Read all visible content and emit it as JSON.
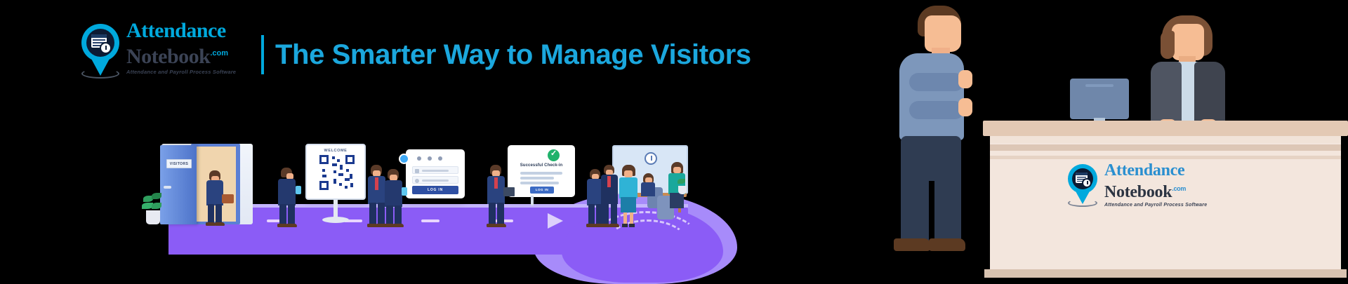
{
  "banner": {
    "background_color": "#000000",
    "accent_color": "#1ba7dd",
    "headline": "The Smarter Way to Manage Visitors"
  },
  "logo": {
    "line1": "Attendance",
    "line2": "Notebook",
    "dotcom": ".com",
    "tagline": "Attendance and Payroll Process Software",
    "line1_color": "#00a9dd",
    "line2_color": "#3b4355",
    "pin_color": "#00a9dd"
  },
  "desk_logo": {
    "line1": "Attendance",
    "line2": "Notebook",
    "dotcom": ".com",
    "tagline": "Attendance and Payroll Process Software"
  },
  "journey": {
    "door_sign": "VISITORS",
    "kiosk_title": "WELCOME",
    "login_button": "LOG IN",
    "success_title": "Successful Check-in",
    "success_button": "LOG IN"
  },
  "reception": {
    "counter_color": "#f3e6dd",
    "visitor_shirt_color": "#7d97bb",
    "receptionist_jacket_color": "#4f5562"
  }
}
